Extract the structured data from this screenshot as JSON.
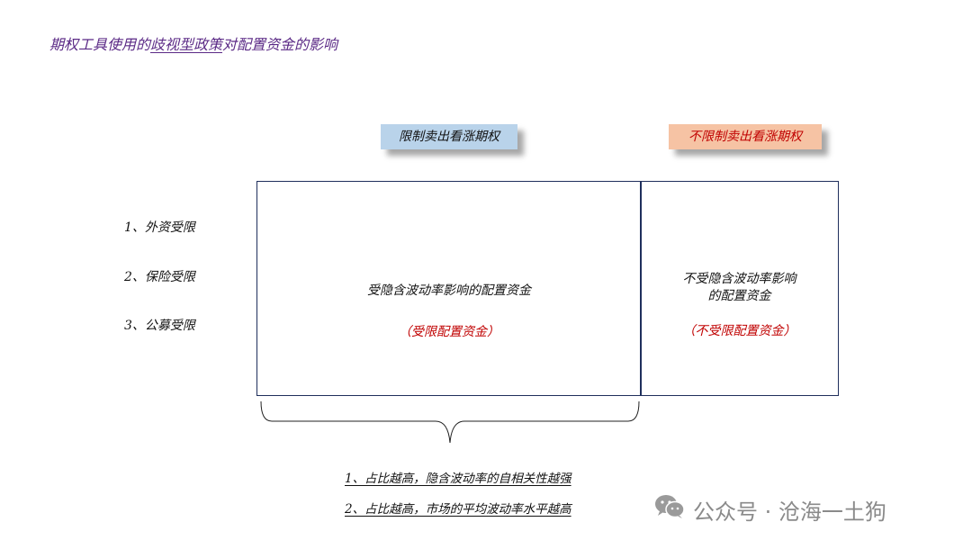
{
  "title": {
    "prefix": "期权工具使用的",
    "highlight": "歧视型政策",
    "suffix": "对配置资金的影响"
  },
  "column_tags": {
    "restricted": "限制卖出看涨期权",
    "unrestricted": "不限制卖出看涨期权"
  },
  "row_labels": [
    "1、外资受限",
    "2、保险受限",
    "3、公募受限"
  ],
  "boxes": {
    "left": {
      "main": "受隐含波动率影响的配置资金",
      "sub": "（受限配置资金）"
    },
    "right": {
      "main_line1": "不受隐含波动率影响",
      "main_line2": "的配置资金",
      "sub": "（不受限配置资金）"
    }
  },
  "notes": [
    "1、占比越高，隐含波动率的自相关性越强",
    "2、占比越高，市场的平均波动率水平越高"
  ],
  "watermark": {
    "text": "公众号 · 沧海一土狗",
    "icon": "wechat-icon"
  },
  "colors": {
    "title": "#5b2a86",
    "tag_blue": "#b9d3ea",
    "tag_orange": "#f6c3a4",
    "emphasis_red": "#c00000",
    "box_border": "#1f2f5c"
  }
}
